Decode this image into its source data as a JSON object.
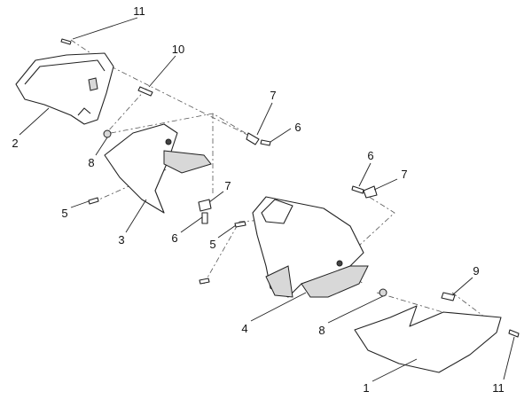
{
  "diagram": {
    "type": "exploded parts diagram",
    "callouts": [
      {
        "id": "11",
        "label": "11"
      },
      {
        "id": "10",
        "label": "10"
      },
      {
        "id": "2",
        "label": "2"
      },
      {
        "id": "8a",
        "label": "8"
      },
      {
        "id": "7a",
        "label": "7"
      },
      {
        "id": "6a",
        "label": "6"
      },
      {
        "id": "5a",
        "label": "5"
      },
      {
        "id": "3",
        "label": "3"
      },
      {
        "id": "7b",
        "label": "7"
      },
      {
        "id": "6b",
        "label": "6"
      },
      {
        "id": "5b",
        "label": "5"
      },
      {
        "id": "4",
        "label": "4"
      },
      {
        "id": "8b",
        "label": "8"
      },
      {
        "id": "6c",
        "label": "6"
      },
      {
        "id": "7c",
        "label": "7"
      },
      {
        "id": "9",
        "label": "9"
      },
      {
        "id": "1",
        "label": "1"
      },
      {
        "id": "11b",
        "label": "11"
      }
    ]
  }
}
